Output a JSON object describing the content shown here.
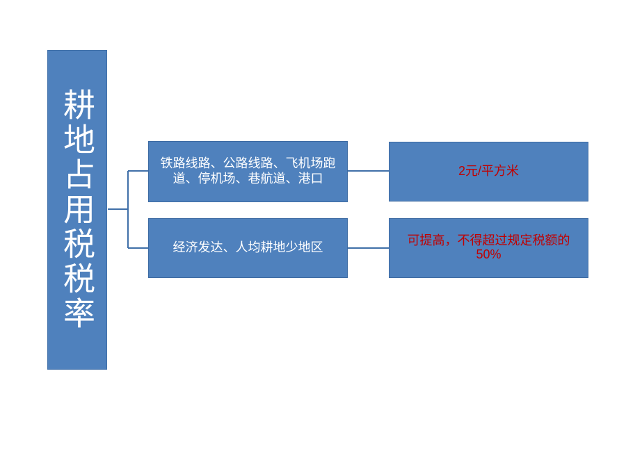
{
  "root": {
    "label": "耕地占用税税率"
  },
  "branches": [
    {
      "category": "铁路线路、公路线路、飞机场跑道、停机场、巷航道、港口",
      "rate": "2元/平方米"
    },
    {
      "category": "经济发达、人均耕地少地区",
      "rate": "可提高，不得超过规定税额的50%"
    }
  ],
  "colors": {
    "box_fill": "#4f81bd",
    "root_text": "#ffffff",
    "category_text": "#ffffff",
    "rate_text": "#c00000",
    "connector": "#3f6fa8"
  }
}
